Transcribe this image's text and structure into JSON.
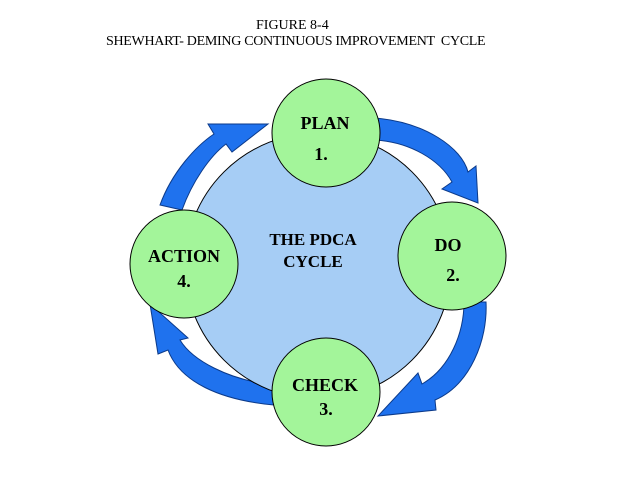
{
  "figure": {
    "number": "FIGURE 8-4",
    "caption": "SHEWHART- DEMING CONTINUOUS IMPROVEMENT  CYCLE"
  },
  "center": {
    "line1": "THE PDCA",
    "line2": "CYCLE"
  },
  "nodes": [
    {
      "name": "PLAN",
      "step": "1."
    },
    {
      "name": "DO",
      "step": "2."
    },
    {
      "name": "CHECK",
      "step": "3."
    },
    {
      "name": "ACTION",
      "step": "4."
    }
  ],
  "colors": {
    "center_fill": "#a6cdf5",
    "node_fill": "#a3f59a",
    "arrow_fill": "#1f72ee",
    "outline": "#000000"
  }
}
